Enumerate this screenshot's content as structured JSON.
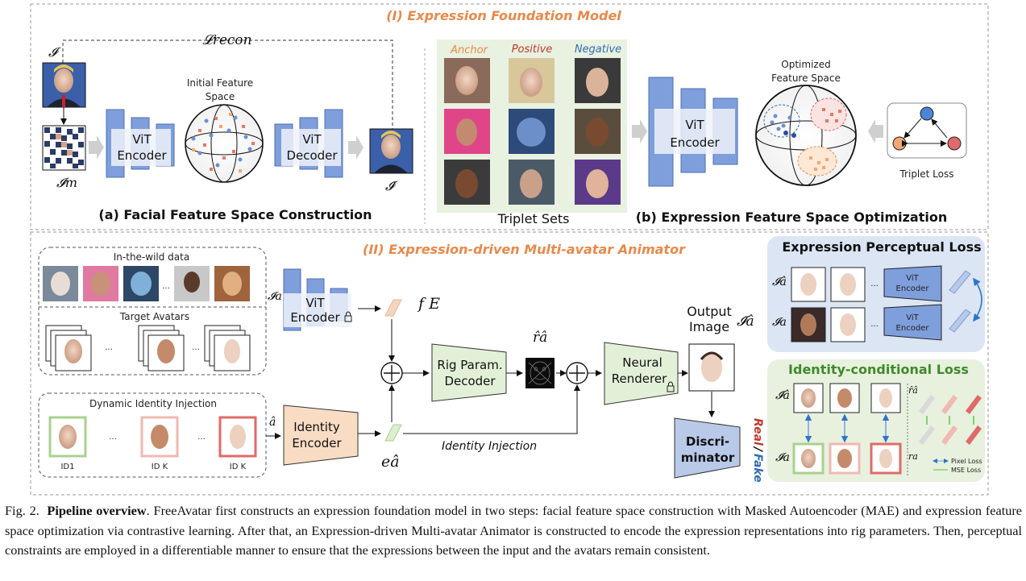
{
  "section1": {
    "title": "(I) Expression Foundation Model",
    "a_caption": "(a) Facial Feature Space Construction",
    "b_caption": "(b) Expression Feature Space Optimization",
    "recon_loss": "𝓛recon",
    "input_symbol": "𝓘",
    "masked_symbol": "𝓘m",
    "output_symbol": "𝓘̂",
    "vit_encoder": [
      "ViT",
      "Encoder"
    ],
    "vit_decoder": [
      "ViT",
      "Decoder"
    ],
    "initial_space": [
      "Initial Feature",
      "Space"
    ],
    "optimized_space": [
      "Optimized",
      "Feature Space"
    ],
    "triplet_headers": [
      "Anchor",
      "Positive",
      "Negative"
    ],
    "triplet_sets": "Triplet Sets",
    "triplet_loss": "Triplet Loss"
  },
  "section2": {
    "title": "(II) Expression-driven Multi-avatar Animator",
    "in_the_wild": "In-the-wild data",
    "target_avatars": "Target Avatars",
    "ellipsis": "...",
    "input_symbol": "𝓘a",
    "vit_encoder": [
      "ViT",
      "Encoder"
    ],
    "f_e": "f E",
    "rig_decoder": [
      "Rig Param.",
      "Decoder"
    ],
    "rig_symbol": "r̂â",
    "neural_renderer": [
      "Neural",
      "Renderer"
    ],
    "output_image": [
      "Output",
      "Image"
    ],
    "output_symbol": "𝓘̂â",
    "discriminator": [
      "Discri-",
      "minator"
    ],
    "real": "Real",
    "fake": "Fake",
    "dynamic_identity": "Dynamic Identity Injection",
    "id_labels": [
      "ID1",
      "ID K",
      "ID K"
    ],
    "a_hat": "â",
    "identity_encoder": [
      "Identity",
      "Encoder"
    ],
    "e_symbol": "eâ",
    "identity_injection": "Identity Injection",
    "perceptual_loss": {
      "title": "Expression Perceptual Loss",
      "row_symbols": [
        "𝓘â",
        "𝓘a"
      ],
      "encoder": [
        "ViT",
        "Encoder"
      ]
    },
    "identity_loss": {
      "title": "Identity-conditional Loss",
      "row_symbols": [
        "𝓘̂â",
        "𝓘a"
      ],
      "r_symbols": [
        "r̂â",
        "ra"
      ],
      "legend": [
        "Pixel Loss",
        "MSE Loss"
      ]
    }
  },
  "caption": {
    "label": "Fig. 2.",
    "bold": "Pipeline overview",
    "text": ". FreeAvatar first constructs an expression foundation model in two steps: facial feature space construction with Masked Autoencoder (MAE) and expression feature space optimization via contrastive learning. After that, an Expression-driven Multi-avatar Animator is constructed to encode the expression representations into rig parameters. Then, perceptual constraints are employed in a differentiable manner to ensure that the expressions between the input and the avatars remain consistent."
  },
  "colors": {
    "accent_orange": "#e8894a",
    "encoder_blue": "#7f9fdc",
    "decoder_green": "#e3f0d8",
    "identity_peach": "#f9dcc4",
    "perceptual_bg": "#dbe5f3",
    "identity_bg": "#e7f1de",
    "real_red": "#c0392b",
    "fake_blue": "#2f6db4"
  }
}
